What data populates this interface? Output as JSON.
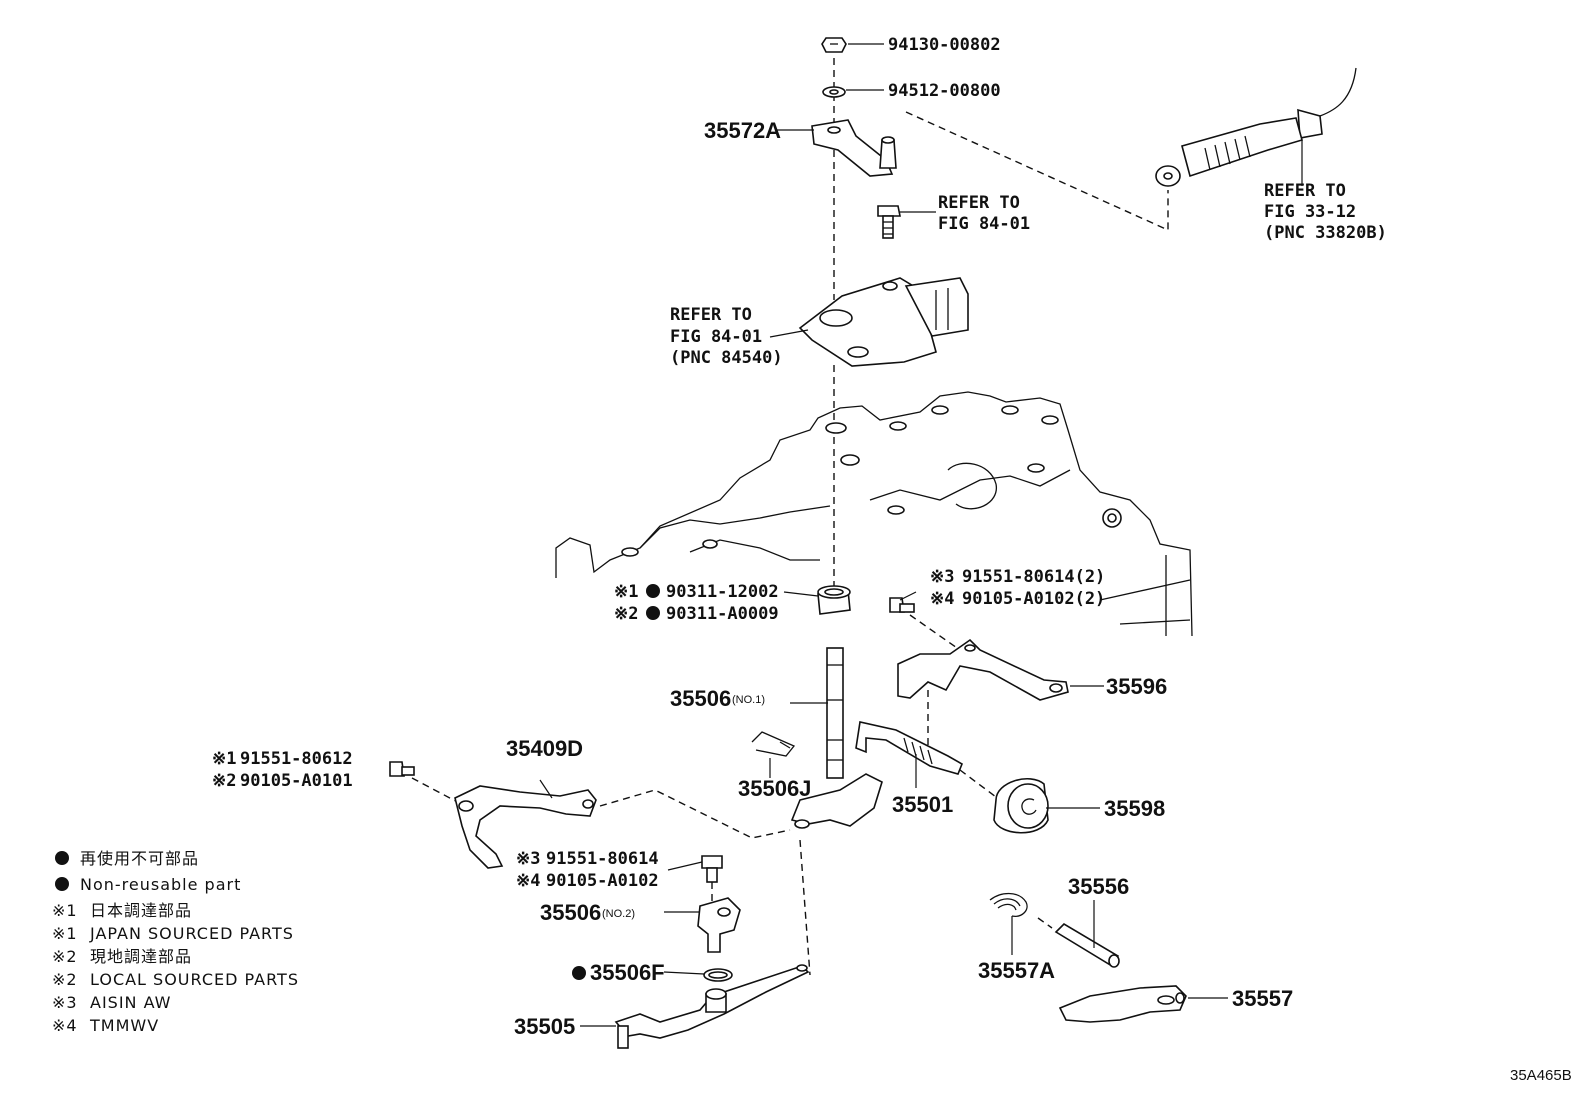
{
  "callouts": {
    "p94130": "94130-00802",
    "p94512": "94512-00800",
    "p35572A": "35572A",
    "refer_top_line1": "REFER TO",
    "refer_top_line2": "FIG 84-01",
    "refer_cable_line1": "REFER TO",
    "refer_cable_line2": "FIG 33-12",
    "refer_cable_line3": "(PNC 33820B)",
    "refer_switch_line1": "REFER TO",
    "refer_switch_line2": "FIG 84-01",
    "refer_switch_line3": "(PNC 84540)",
    "oil_seal_1": "90311-12002",
    "oil_seal_2": "90311-A0009",
    "bolt_3": "91551-80614(2)",
    "bolt_4": "90105-A0102(2)",
    "p35506": "35506",
    "p35506_note": "(NO.1)",
    "p35596": "35596",
    "bolt_left_1": "91551-80612",
    "bolt_left_2": "90105-A0101",
    "p35409D": "35409D",
    "p35506J": "35506J",
    "p35501": "35501",
    "p35598": "35598",
    "bolt_mid_3": "91551-80614",
    "bolt_mid_4": "90105-A0102",
    "p35506_2": "35506",
    "p35506_2_note": "(NO.2)",
    "p35506F": "35506F",
    "p35505": "35505",
    "p35556": "35556",
    "p35557A": "35557A",
    "p35557": "35557"
  },
  "markers": {
    "m1": "※1",
    "m2": "※2",
    "m3": "※3",
    "m4": "※4"
  },
  "legend": [
    {
      "mark": "●",
      "text": "再使用不可部品"
    },
    {
      "mark": "●",
      "text": "Non-reusable part"
    },
    {
      "mark": "※1",
      "text": "日本調達部品"
    },
    {
      "mark": "※1",
      "text": "JAPAN SOURCED PARTS"
    },
    {
      "mark": "※2",
      "text": "現地調達部品"
    },
    {
      "mark": "※2",
      "text": "LOCAL SOURCED PARTS"
    },
    {
      "mark": "※3",
      "text": "AISIN AW"
    },
    {
      "mark": "※4",
      "text": "TMMWV"
    }
  ],
  "figure_id": "35A465B"
}
